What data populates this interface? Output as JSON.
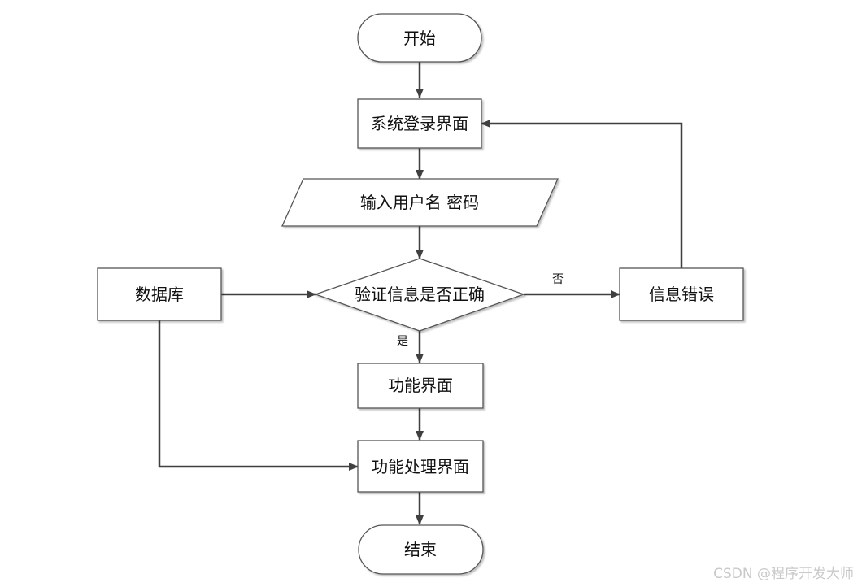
{
  "nodes": {
    "start": "开始",
    "login_screen": "系统登录界面",
    "input_credentials": "输入用户名 密码",
    "verify": "验证信息是否正确",
    "database": "数据库",
    "info_error": "信息错误",
    "function_screen": "功能界面",
    "function_process_screen": "功能处理界面",
    "end": "结束"
  },
  "edge_labels": {
    "no": "否",
    "yes": "是"
  },
  "watermark": "CSDN @程序开发大师",
  "colors": {
    "stroke": "#555555",
    "arrow": "#404040",
    "text": "#111111"
  }
}
